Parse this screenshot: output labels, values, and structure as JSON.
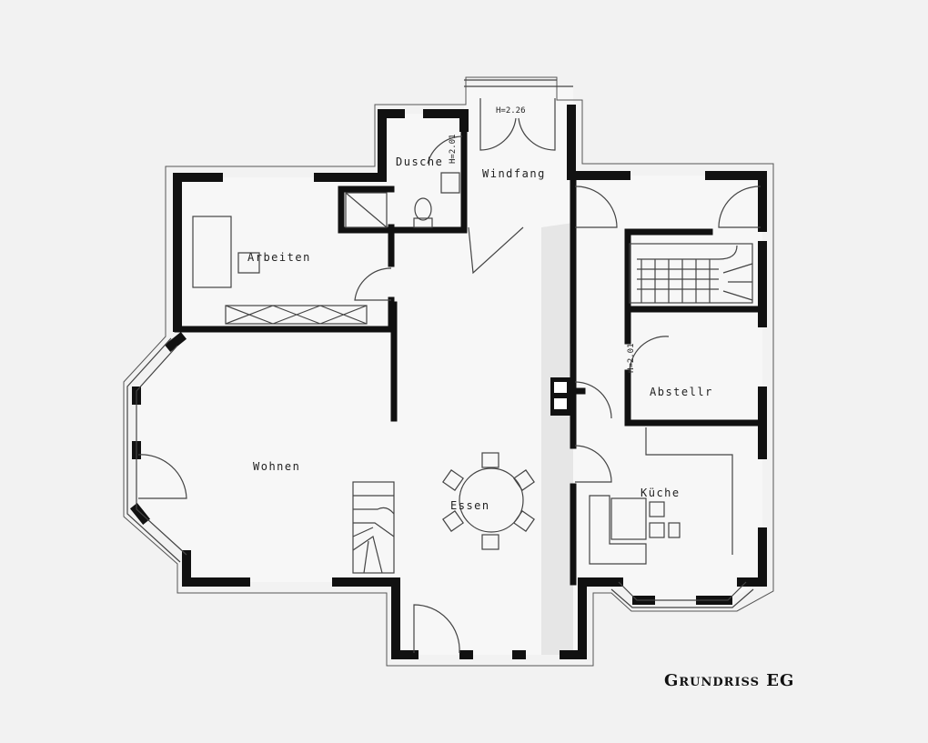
{
  "title": "Grundriss EG",
  "rooms": {
    "dusche": "Dusche",
    "windfang": "Windfang",
    "arbeiten": "Arbeiten",
    "wohnen": "Wohnen",
    "essen": "Essen",
    "kueche": "Küche",
    "abstellr": "Abstellr"
  },
  "heights": {
    "windfang_door": "H=2.26",
    "dusche_door": "H=2.01",
    "abstellr_door": "H=2.01"
  }
}
